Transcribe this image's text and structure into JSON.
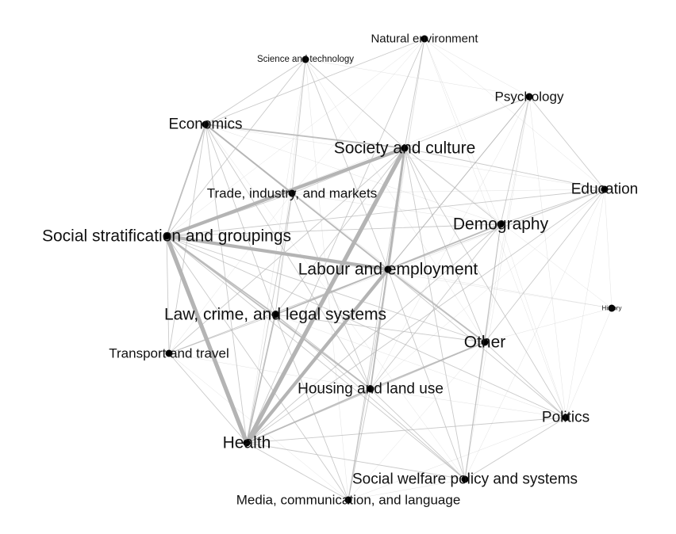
{
  "nodes": [
    {
      "id": "natural-environment",
      "label": "Natural environment",
      "weight": 2
    },
    {
      "id": "science-and-technology",
      "label": "Science and technology",
      "weight": 1
    },
    {
      "id": "psychology",
      "label": "Psychology",
      "weight": 3
    },
    {
      "id": "economics",
      "label": "Economics",
      "weight": 4
    },
    {
      "id": "society-and-culture",
      "label": "Society and culture",
      "weight": 5
    },
    {
      "id": "education",
      "label": "Education",
      "weight": 4
    },
    {
      "id": "trade-industry-markets",
      "label": "Trade, industry, and markets",
      "weight": 3
    },
    {
      "id": "demography",
      "label": "Demography",
      "weight": 5
    },
    {
      "id": "social-stratification",
      "label": "Social stratification and groupings",
      "weight": 5
    },
    {
      "id": "labour-and-employment",
      "label": "Labour and employment",
      "weight": 5
    },
    {
      "id": "history",
      "label": "History",
      "weight": 0
    },
    {
      "id": "law-crime-legal",
      "label": "Law, crime, and legal systems",
      "weight": 5
    },
    {
      "id": "other",
      "label": "Other",
      "weight": 5
    },
    {
      "id": "transport-and-travel",
      "label": "Transport and travel",
      "weight": 3
    },
    {
      "id": "housing-and-land-use",
      "label": "Housing and land use",
      "weight": 4
    },
    {
      "id": "politics",
      "label": "Politics",
      "weight": 4
    },
    {
      "id": "health",
      "label": "Health",
      "weight": 5
    },
    {
      "id": "social-welfare",
      "label": "Social welfare policy and systems",
      "weight": 4
    },
    {
      "id": "media-communication-language",
      "label": "Media, communication, and language",
      "weight": 3
    }
  ],
  "edges": [
    {
      "source": "social-stratification",
      "target": "health",
      "weight": 5
    },
    {
      "source": "society-and-culture",
      "target": "health",
      "weight": 5
    },
    {
      "source": "social-stratification",
      "target": "society-and-culture",
      "weight": 4
    },
    {
      "source": "social-stratification",
      "target": "labour-and-employment",
      "weight": 4
    },
    {
      "source": "labour-and-employment",
      "target": "health",
      "weight": 4
    },
    {
      "source": "society-and-culture",
      "target": "labour-and-employment",
      "weight": 3
    },
    {
      "source": "economics",
      "target": "social-stratification",
      "weight": 2
    },
    {
      "source": "economics",
      "target": "labour-and-employment",
      "weight": 2
    },
    {
      "source": "economics",
      "target": "society-and-culture",
      "weight": 2
    },
    {
      "source": "economics",
      "target": "trade-industry-markets",
      "weight": 2
    },
    {
      "source": "society-and-culture",
      "target": "housing-and-land-use",
      "weight": 2
    },
    {
      "source": "social-stratification",
      "target": "law-crime-legal",
      "weight": 2
    },
    {
      "source": "labour-and-employment",
      "target": "law-crime-legal",
      "weight": 2
    },
    {
      "source": "law-crime-legal",
      "target": "health",
      "weight": 2
    },
    {
      "source": "housing-and-land-use",
      "target": "other",
      "weight": 2
    },
    {
      "source": "health",
      "target": "housing-and-land-use",
      "weight": 2
    },
    {
      "source": "labour-and-employment",
      "target": "other",
      "weight": 2
    },
    {
      "source": "social-stratification",
      "target": "housing-and-land-use",
      "weight": 2
    },
    {
      "source": "demography",
      "target": "labour-and-employment",
      "weight": 2
    },
    {
      "source": "society-and-culture",
      "target": "other",
      "weight": 1
    },
    {
      "source": "health",
      "target": "social-welfare",
      "weight": 1
    },
    {
      "source": "health",
      "target": "media-communication-language",
      "weight": 1
    },
    {
      "source": "society-and-culture",
      "target": "education",
      "weight": 1
    },
    {
      "source": "psychology",
      "target": "health",
      "weight": 1
    },
    {
      "source": "social-stratification",
      "target": "transport-and-travel",
      "weight": 1
    },
    {
      "source": "politics",
      "target": "other",
      "weight": 1
    },
    {
      "source": "social-welfare",
      "target": "labour-and-employment",
      "weight": 1
    },
    {
      "source": "natural-environment",
      "target": "society-and-culture",
      "weight": 1
    },
    {
      "source": "trade-industry-markets",
      "target": "labour-and-employment",
      "weight": 1
    },
    {
      "source": "demography",
      "target": "health",
      "weight": 1
    },
    {
      "source": "education",
      "target": "labour-and-employment",
      "weight": 1
    },
    {
      "source": "science-and-technology",
      "target": "society-and-culture",
      "weight": 1
    },
    {
      "source": "media-communication-language",
      "target": "society-and-culture",
      "weight": 1
    },
    {
      "source": "politics",
      "target": "social-stratification",
      "weight": 1
    },
    {
      "source": "social-welfare",
      "target": "social-stratification",
      "weight": 1
    },
    {
      "source": "economics",
      "target": "health",
      "weight": 1
    },
    {
      "source": "demography",
      "target": "social-stratification",
      "weight": 1
    },
    {
      "source": "transport-and-travel",
      "target": "health",
      "weight": 1
    },
    {
      "source": "law-crime-legal",
      "target": "society-and-culture",
      "weight": 1
    },
    {
      "source": "other",
      "target": "social-stratification",
      "weight": 1
    },
    {
      "source": "social-welfare",
      "target": "politics",
      "weight": 1
    },
    {
      "source": "education",
      "target": "social-stratification",
      "weight": 1
    },
    {
      "source": "psychology",
      "target": "society-and-culture",
      "weight": 1
    },
    {
      "source": "trade-industry-markets",
      "target": "health",
      "weight": 1
    },
    {
      "source": "demography",
      "target": "society-and-culture",
      "weight": 1
    },
    {
      "source": "housing-and-land-use",
      "target": "social-welfare",
      "weight": 1
    },
    {
      "source": "media-communication-language",
      "target": "housing-and-land-use",
      "weight": 1
    },
    {
      "source": "natural-environment",
      "target": "health",
      "weight": 1
    },
    {
      "source": "natural-environment",
      "target": "economics",
      "weight": 1
    },
    {
      "source": "science-and-technology",
      "target": "economics",
      "weight": 1
    },
    {
      "source": "science-and-technology",
      "target": "social-stratification",
      "weight": 1
    },
    {
      "source": "science-and-technology",
      "target": "labour-and-employment",
      "weight": 1
    },
    {
      "source": "science-and-technology",
      "target": "trade-industry-markets",
      "weight": 1
    },
    {
      "source": "psychology",
      "target": "labour-and-employment",
      "weight": 1
    },
    {
      "source": "psychology",
      "target": "education",
      "weight": 1
    },
    {
      "source": "psychology",
      "target": "demography",
      "weight": 1
    },
    {
      "source": "history",
      "target": "society-and-culture",
      "weight": 0
    },
    {
      "source": "history",
      "target": "labour-and-employment",
      "weight": 0
    },
    {
      "source": "history",
      "target": "politics",
      "weight": 0
    },
    {
      "source": "history",
      "target": "education",
      "weight": 0
    },
    {
      "source": "history",
      "target": "other",
      "weight": 0
    },
    {
      "source": "history",
      "target": "social-stratification",
      "weight": 0
    },
    {
      "source": "natural-environment",
      "target": "psychology",
      "weight": 0
    },
    {
      "source": "natural-environment",
      "target": "trade-industry-markets",
      "weight": 0
    },
    {
      "source": "natural-environment",
      "target": "labour-and-employment",
      "weight": 0
    },
    {
      "source": "natural-environment",
      "target": "housing-and-land-use",
      "weight": 0
    },
    {
      "source": "natural-environment",
      "target": "demography",
      "weight": 0
    },
    {
      "source": "natural-environment",
      "target": "education",
      "weight": 0
    },
    {
      "source": "natural-environment",
      "target": "social-stratification",
      "weight": 0
    },
    {
      "source": "natural-environment",
      "target": "politics",
      "weight": 0
    },
    {
      "source": "science-and-technology",
      "target": "health",
      "weight": 0
    },
    {
      "source": "science-and-technology",
      "target": "law-crime-legal",
      "weight": 0
    },
    {
      "source": "science-and-technology",
      "target": "media-communication-language",
      "weight": 0
    },
    {
      "source": "science-and-technology",
      "target": "other",
      "weight": 0
    },
    {
      "source": "science-and-technology",
      "target": "psychology",
      "weight": 0
    },
    {
      "source": "psychology",
      "target": "other",
      "weight": 0
    },
    {
      "source": "psychology",
      "target": "politics",
      "weight": 0
    },
    {
      "source": "psychology",
      "target": "social-stratification",
      "weight": 0
    },
    {
      "source": "psychology",
      "target": "housing-and-land-use",
      "weight": 0
    },
    {
      "source": "psychology",
      "target": "social-welfare",
      "weight": 0
    },
    {
      "source": "economics",
      "target": "law-crime-legal",
      "weight": 1
    },
    {
      "source": "economics",
      "target": "transport-and-travel",
      "weight": 1
    },
    {
      "source": "economics",
      "target": "housing-and-land-use",
      "weight": 1
    },
    {
      "source": "economics",
      "target": "other",
      "weight": 0
    },
    {
      "source": "economics",
      "target": "demography",
      "weight": 0
    },
    {
      "source": "economics",
      "target": "education",
      "weight": 0
    },
    {
      "source": "economics",
      "target": "social-welfare",
      "weight": 0
    },
    {
      "source": "society-and-culture",
      "target": "trade-industry-markets",
      "weight": 1
    },
    {
      "source": "society-and-culture",
      "target": "transport-and-travel",
      "weight": 1
    },
    {
      "source": "society-and-culture",
      "target": "social-welfare",
      "weight": 1
    },
    {
      "source": "society-and-culture",
      "target": "politics",
      "weight": 1
    },
    {
      "source": "education",
      "target": "other",
      "weight": 1
    },
    {
      "source": "education",
      "target": "health",
      "weight": 1
    },
    {
      "source": "education",
      "target": "demography",
      "weight": 1
    },
    {
      "source": "education",
      "target": "politics",
      "weight": 0
    },
    {
      "source": "education",
      "target": "housing-and-land-use",
      "weight": 0
    },
    {
      "source": "education",
      "target": "social-welfare",
      "weight": 0
    },
    {
      "source": "education",
      "target": "law-crime-legal",
      "weight": 0
    },
    {
      "source": "education",
      "target": "trade-industry-markets",
      "weight": 0
    },
    {
      "source": "trade-industry-markets",
      "target": "social-stratification",
      "weight": 1
    },
    {
      "source": "trade-industry-markets",
      "target": "law-crime-legal",
      "weight": 1
    },
    {
      "source": "trade-industry-markets",
      "target": "housing-and-land-use",
      "weight": 1
    },
    {
      "source": "trade-industry-markets",
      "target": "transport-and-travel",
      "weight": 0
    },
    {
      "source": "trade-industry-markets",
      "target": "demography",
      "weight": 0
    },
    {
      "source": "trade-industry-markets",
      "target": "other",
      "weight": 0
    },
    {
      "source": "demography",
      "target": "other",
      "weight": 1
    },
    {
      "source": "demography",
      "target": "housing-and-land-use",
      "weight": 1
    },
    {
      "source": "demography",
      "target": "law-crime-legal",
      "weight": 1
    },
    {
      "source": "demography",
      "target": "politics",
      "weight": 0
    },
    {
      "source": "demography",
      "target": "social-welfare",
      "weight": 1
    },
    {
      "source": "social-stratification",
      "target": "media-communication-language",
      "weight": 1
    },
    {
      "source": "labour-and-employment",
      "target": "housing-and-land-use",
      "weight": 1
    },
    {
      "source": "labour-and-employment",
      "target": "politics",
      "weight": 1
    },
    {
      "source": "labour-and-employment",
      "target": "media-communication-language",
      "weight": 1
    },
    {
      "source": "labour-and-employment",
      "target": "transport-and-travel",
      "weight": 1
    },
    {
      "source": "law-crime-legal",
      "target": "housing-and-land-use",
      "weight": 1
    },
    {
      "source": "law-crime-legal",
      "target": "other",
      "weight": 1
    },
    {
      "source": "law-crime-legal",
      "target": "transport-and-travel",
      "weight": 1
    },
    {
      "source": "law-crime-legal",
      "target": "media-communication-language",
      "weight": 1
    },
    {
      "source": "law-crime-legal",
      "target": "social-welfare",
      "weight": 1
    },
    {
      "source": "law-crime-legal",
      "target": "politics",
      "weight": 0
    },
    {
      "source": "other",
      "target": "health",
      "weight": 1
    },
    {
      "source": "other",
      "target": "social-welfare",
      "weight": 1
    },
    {
      "source": "other",
      "target": "media-communication-language",
      "weight": 0
    },
    {
      "source": "transport-and-travel",
      "target": "housing-and-land-use",
      "weight": 0
    },
    {
      "source": "transport-and-travel",
      "target": "media-communication-language",
      "weight": 0
    },
    {
      "source": "housing-and-land-use",
      "target": "politics",
      "weight": 0
    },
    {
      "source": "politics",
      "target": "health",
      "weight": 1
    },
    {
      "source": "politics",
      "target": "media-communication-language",
      "weight": 0
    },
    {
      "source": "social-welfare",
      "target": "media-communication-language",
      "weight": 0
    }
  ]
}
